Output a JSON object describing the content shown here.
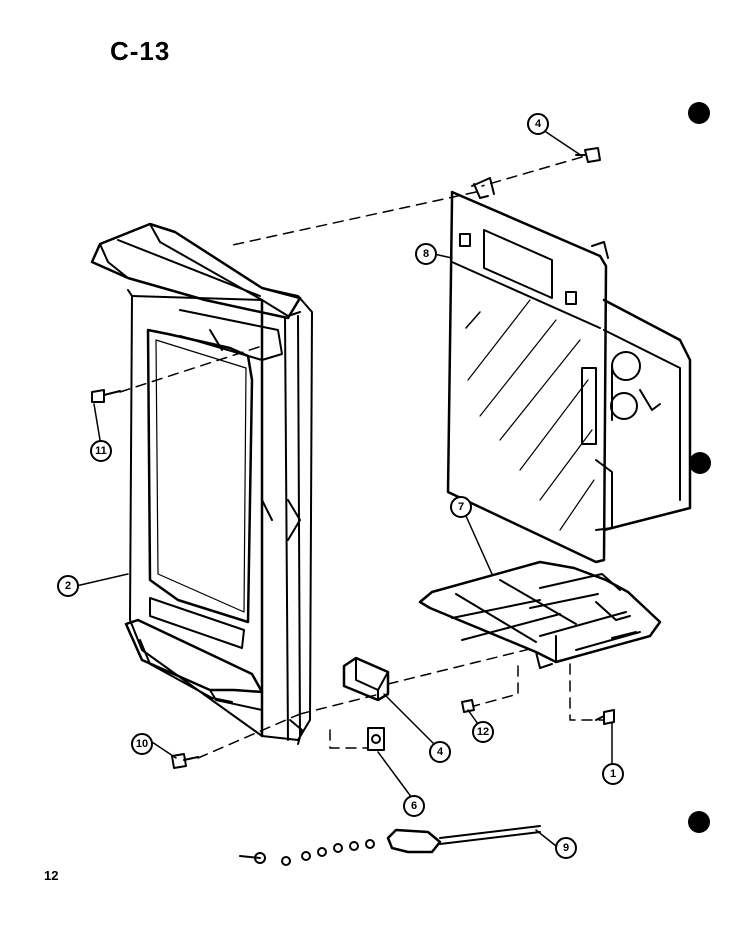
{
  "diagram_title": "C-13",
  "page_number": "12",
  "callouts": [
    {
      "id": "c-4-top",
      "label": "4"
    },
    {
      "id": "c-8",
      "label": "8"
    },
    {
      "id": "c-11",
      "label": "11"
    },
    {
      "id": "c-2",
      "label": "2"
    },
    {
      "id": "c-7",
      "label": "7"
    },
    {
      "id": "c-10",
      "label": "10"
    },
    {
      "id": "c-4-switch",
      "label": "4"
    },
    {
      "id": "c-12",
      "label": "12"
    },
    {
      "id": "c-1",
      "label": "1"
    },
    {
      "id": "c-6",
      "label": "6"
    },
    {
      "id": "c-9",
      "label": "9"
    }
  ],
  "colors": {
    "ink": "#000000",
    "paper": "#ffffff"
  }
}
